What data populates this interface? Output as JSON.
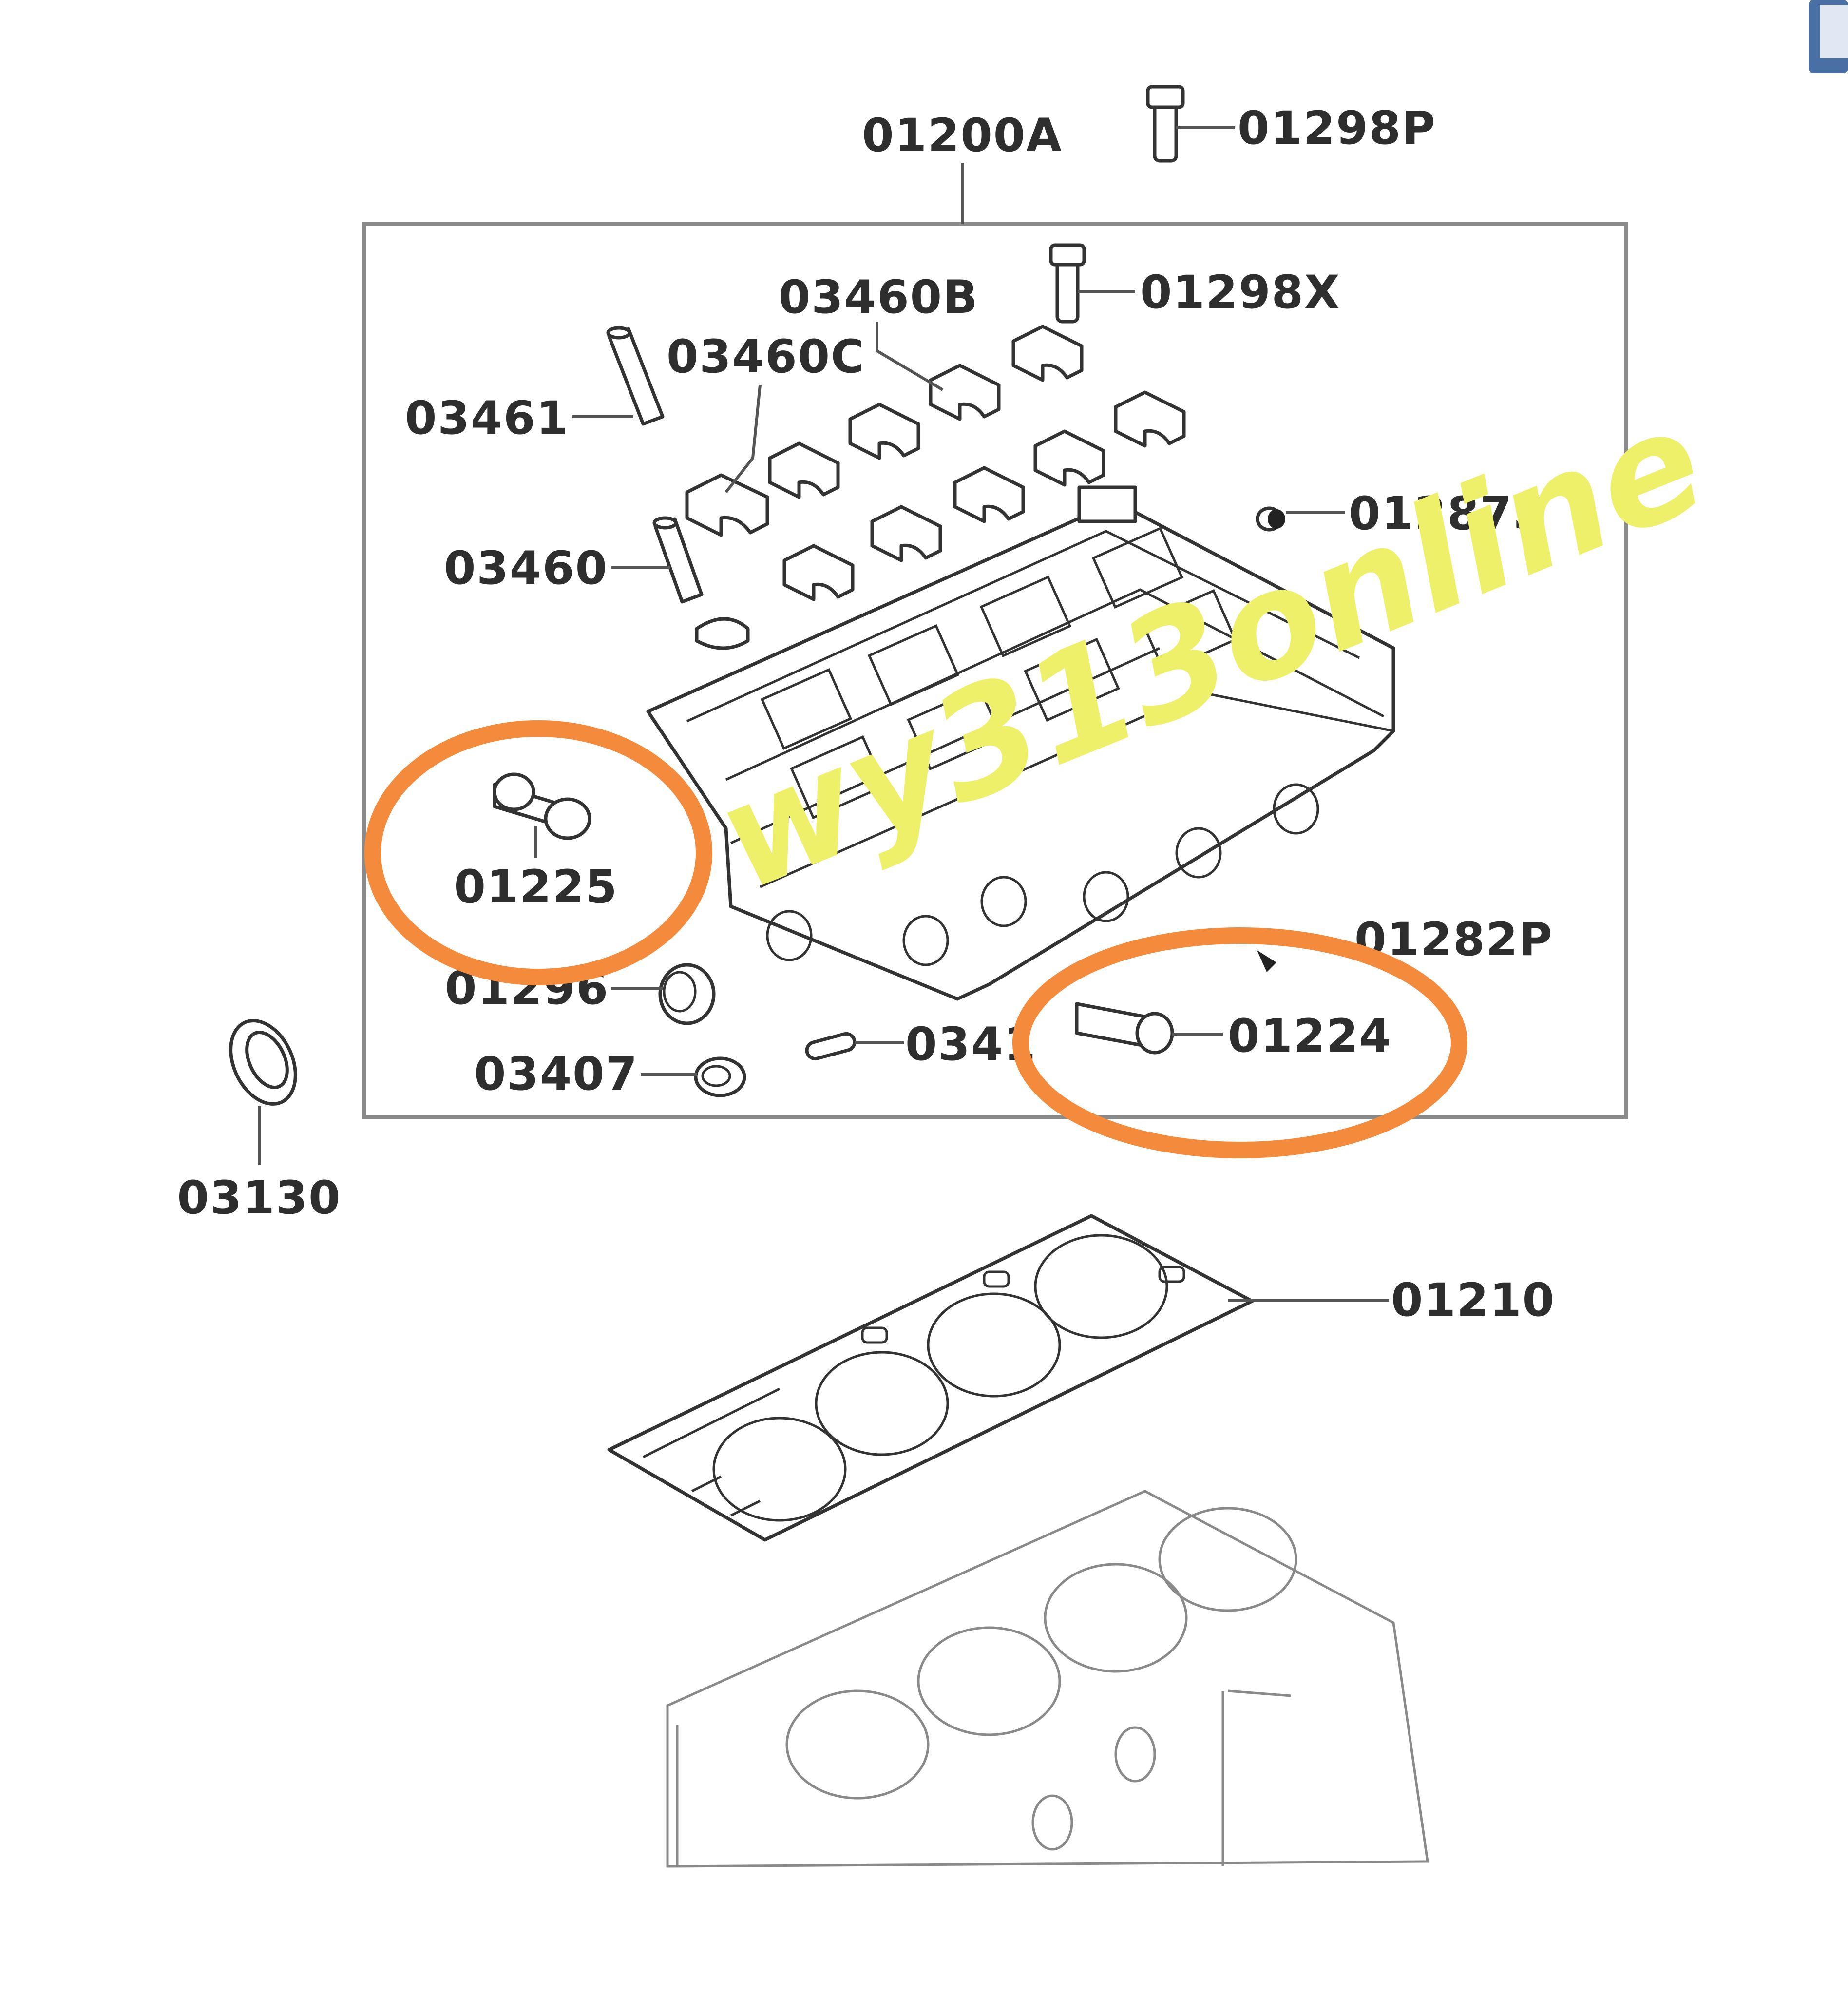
{
  "labels": {
    "assembly": "01200A",
    "bolt_top": "01298P",
    "bolt_inner": "01298X",
    "cap_b": "03460B",
    "cap_c": "03460C",
    "guide_a": "03461",
    "guide_b": "03460",
    "plug": "01287S",
    "pin_left": "01225",
    "seal_a": "01296",
    "seal_b": "03407",
    "small_part": "0341",
    "pin_right": "01224",
    "plug_p": "01282P",
    "oil_seal": "03130",
    "gasket": "01210"
  },
  "watermark": "wy313online",
  "colors": {
    "highlight": "#F48A3B",
    "watermark": "#EEF06A",
    "line": "#333333",
    "frame": "#8A8A8A"
  }
}
